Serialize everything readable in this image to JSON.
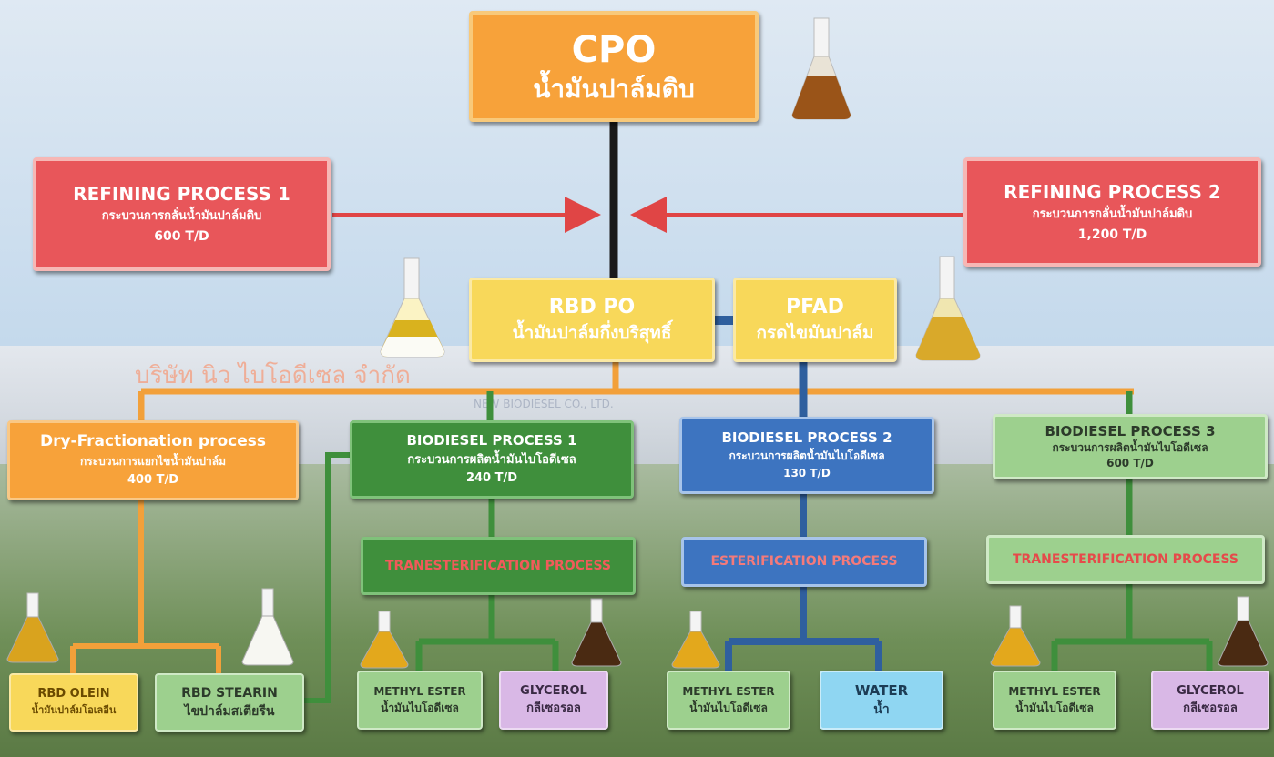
{
  "background_caption": "บริษัท นิว ไบโอดีเซล จำกัด",
  "background_caption_en": "NEW BIODIESEL CO., LTD.",
  "cpo": {
    "title": "CPO",
    "subtitle": "น้ำมันปาล์มดิบ"
  },
  "refining1": {
    "title": "REFINING PROCESS 1",
    "subtitle": "กระบวนการกลั่นน้ำมันปาล์มดิบ",
    "capacity": "600 T/D"
  },
  "refining2": {
    "title": "REFINING PROCESS 2",
    "subtitle": "กระบวนการกลั่นน้ำมันปาล์มดิบ",
    "capacity": "1,200 T/D"
  },
  "rbdpo": {
    "title": "RBD PO",
    "subtitle": "น้ำมันปาล์มกึ่งบริสุทธิ์"
  },
  "pfad": {
    "title": "PFAD",
    "subtitle": "กรดไขมันปาล์ม"
  },
  "dry": {
    "title": "Dry-Fractionation process",
    "subtitle": "กระบวนการแยกไขน้ำมันปาล์ม",
    "capacity": "400 T/D"
  },
  "bio1": {
    "title": "BIODIESEL PROCESS 1",
    "subtitle": "กระบวนการผลิตน้ำมันไบโอดีเซล",
    "capacity": "240 T/D"
  },
  "bio2": {
    "title": "BIODIESEL PROCESS 2",
    "subtitle": "กระบวนการผลิตน้ำมันไบโอดีเซล",
    "capacity": "130 T/D"
  },
  "bio3": {
    "title": "BIODIESEL PROCESS 3",
    "subtitle": "กระบวนการผลิตน้ำมันไบโอดีเซล",
    "capacity": "600 T/D"
  },
  "trans1": {
    "title": "TRANESTERIFICATION PROCESS"
  },
  "ester2": {
    "title": "ESTERIFICATION PROCESS"
  },
  "trans3": {
    "title": "TRANESTERIFICATION PROCESS"
  },
  "olein": {
    "title": "RBD OLEIN",
    "subtitle": "น้ำมันปาล์มโอเลอีน"
  },
  "stearin": {
    "title": "RBD STEARIN",
    "subtitle": "ไขปาล์มสเตียรีน"
  },
  "me1": {
    "title": "METHYL ESTER",
    "subtitle": "น้ำมันไบโอดีเซล"
  },
  "gly1": {
    "title": "GLYCEROL",
    "subtitle": "กลีเซอรอล"
  },
  "me2": {
    "title": "METHYL ESTER",
    "subtitle": "น้ำมันไบโอดีเซล"
  },
  "water": {
    "title": "WATER",
    "subtitle": "น้ำ"
  },
  "me3": {
    "title": "METHYL ESTER",
    "subtitle": "น้ำมันไบโอดีเซล"
  },
  "gly3": {
    "title": "GLYCEROL",
    "subtitle": "กลีเซอรอล"
  },
  "colors": {
    "orange": "#f7a23a",
    "red": "#e8565a",
    "yellow": "#f8d85a",
    "dark_green": "#3f8f3c",
    "blue": "#3d74c0",
    "light_green": "#9dd08e",
    "purple": "#d9b8e6",
    "cyan": "#8fd6f2"
  }
}
